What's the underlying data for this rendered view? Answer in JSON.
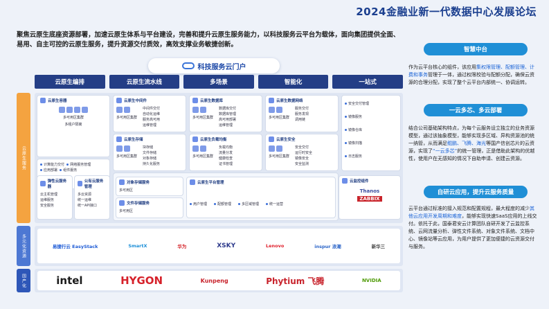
{
  "header": {
    "title": "2024金融业新一代数据中心发展论坛"
  },
  "intro": {
    "text": "聚焦云原生底座资源部署，加速云原生体系与平台建设，完善和提升云原生服务能力，以科技服务云平台为载体，面向集团提供全面、易用、自主可控的云原生服务，提升资源交付质效，高效支撑业务敏捷创新。"
  },
  "diagram": {
    "portal_label": "科技服务云门户",
    "tabs": [
      "云原生编排",
      "云原生流水线",
      "多场景",
      "智能化",
      "一站式"
    ],
    "sidebars": [
      "云原生服务",
      "多元化资源",
      "国产化"
    ],
    "cards": {
      "container": {
        "title": "云原生容器",
        "sub": "多可用区集群",
        "sub2": "多租户隔离",
        "items": [
          "计算能力交付",
          "网络服务管理",
          "应用部署",
          "组件服务"
        ]
      },
      "middleware": {
        "title": "云原生中间件",
        "sub": "多可用区集群",
        "items": [
          "中间件交付",
          "自动化运维",
          "服务高可用",
          "运维管理"
        ]
      },
      "database": {
        "title": "云原生数据库",
        "sub": "多可用区集群",
        "items": [
          "数据库交付",
          "数据库管理",
          "高可用部署",
          "运维管理"
        ]
      },
      "network": {
        "title": "云原生数据网络",
        "sub": "多可用区集群",
        "items": [
          "服务交付",
          "服务发现",
          "调用链"
        ]
      },
      "storage": {
        "title": "云原生存储",
        "sub": "多可用区集群",
        "items": [
          "块存储",
          "文件存储",
          "对象存储",
          "持久化服务"
        ]
      },
      "lb": {
        "title": "云原生负载均衡",
        "sub": "多可用区集群",
        "items": [
          "负载均衡",
          "流量分发",
          "健康检查",
          "证书管理"
        ]
      },
      "security": {
        "title": "云原生安全",
        "sub": "多可用区集群",
        "items": [
          "安全交付",
          "运行时安全",
          "镜像安全",
          "安全监测"
        ]
      },
      "side_list": [
        "安全交付管理",
        "镜像服务",
        "镜像仓库",
        "镜像扫描",
        "日志服务"
      ],
      "bare_metal": {
        "title": "弹性云服务器",
        "items": [
          "云主机管理",
          "运维服务",
          "安全服务"
        ]
      },
      "public_cloud": {
        "title": "公有云服务管理",
        "items": [
          "多云资源",
          "统一运维",
          "统一API接口"
        ]
      },
      "object_storage": {
        "title": "对象存储服务",
        "sub": "多可用区"
      },
      "file_storage": {
        "title": "文件存储服务",
        "sub": "多可用区"
      },
      "platform": {
        "title": "云原生平台管理",
        "items": [
          "用户管理",
          "配额管理",
          "多区域管理",
          "统一运营"
        ]
      },
      "monitoring": {
        "title": "云监控组件",
        "logos": [
          "Thanos",
          "ZABBIX"
        ]
      }
    },
    "vendor_logos_row1": [
      "易捷行云 EasyStack",
      "SmartX",
      "华为",
      "XSKY",
      "Lenovo",
      "inspur 浪潮",
      "新华三"
    ],
    "vendor_logos_row2": [
      "intel",
      "HYGON",
      "Kunpeng",
      "Phytium 飞腾",
      "NVIDIA"
    ]
  },
  "right": {
    "section1": {
      "pill": "智慧中台",
      "text_pre": "作为云平台核心的组件，该应用",
      "text_hl1": "集权限管理、配额管理、计费和事务",
      "text_post": "管理于一体，通过权限校验与配额分配，确保云资源的合理分配，实现了整个云平台内部统一、协调运转。"
    },
    "section2": {
      "pill": "一云多芯、多云部署",
      "text_pre": "结合公司基础架构特点，为每个云服务设立独立的业务资源模型，通过该抽象模型，能够实现多区域、异构资源池的统一纳管，从而满足",
      "text_hl": "鲲鹏、飞腾、海光",
      "text_mid": "等国产信创芯片的云资源，实现了",
      "text_hl2": "“一云多芯”",
      "text_post": "的统一管理，正是借助此架构的优越性，使用户在无感知的情况下自助申请、创建云资源。"
    },
    "section3": {
      "pill": "自研云应用，提升云服务质量",
      "text_pre": "云平台通过标准的接入规范和配置规程，最大程度的减少",
      "text_hl": "其他云应用开发周期和难度",
      "text_post": "，能够实现快速SaaS应用的上线交付。依托于此，国泰君安云计算团队自研开发了云监控系统、云网流量分析、弹性文件系统、对象文件系统、文档中心、镜像站等云应用，为用户提供了更加便捷的云资源交付与服务。"
    }
  },
  "colors": {
    "brand": "#243e86",
    "accent": "#1f8fd6",
    "orange": "#f4a340"
  }
}
